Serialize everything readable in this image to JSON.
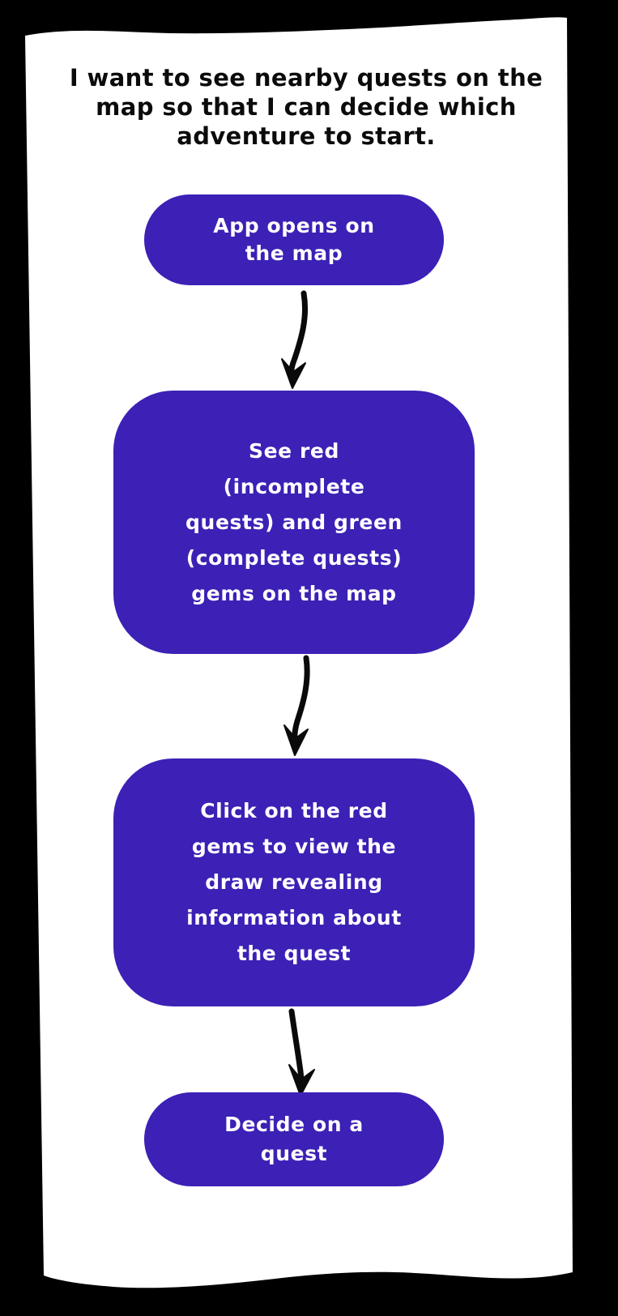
{
  "card": {
    "background_color": "#000000",
    "paper_color": "#ffffff",
    "accent_color": "#3d20b5",
    "ink_color": "#0a0a0a"
  },
  "story": {
    "title": "I want to see nearby quests on the map so that I can decide which adventure to start."
  },
  "flow": {
    "nodes": [
      {
        "id": "start",
        "label": "App opens on\nthe map",
        "shape": "pill"
      },
      {
        "id": "see-gems",
        "label": "See red\n(incomplete\nquests) and green\n(complete quests)\ngems on the map",
        "shape": "rounded-rect"
      },
      {
        "id": "click-gems",
        "label": "Click on the red\ngems to view the\ndraw revealing\ninformation about\nthe quest",
        "shape": "rounded-rect"
      },
      {
        "id": "decide",
        "label": "Decide on a\nquest",
        "shape": "pill"
      }
    ],
    "connectors": [
      {
        "id": "start-to-see-gems",
        "from": "start",
        "to": "see-gems",
        "style": "curved-arrow"
      },
      {
        "id": "see-gems-to-click-gems",
        "from": "see-gems",
        "to": "click-gems",
        "style": "curved-arrow"
      },
      {
        "id": "click-gems-to-decide",
        "from": "click-gems",
        "to": "decide",
        "style": "curved-arrow"
      }
    ]
  }
}
